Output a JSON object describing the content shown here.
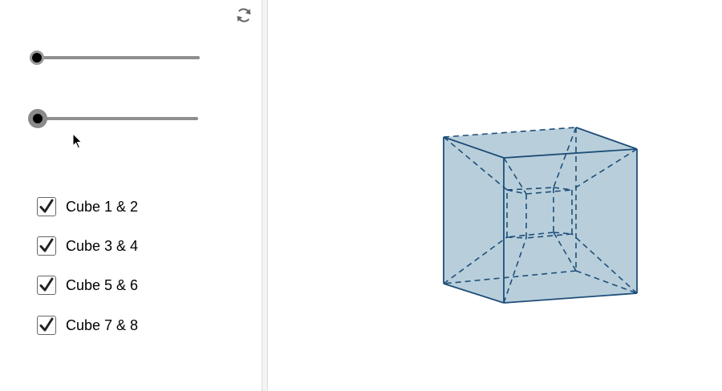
{
  "icons": {
    "reset": "reset-icon",
    "check": "checkmark-icon",
    "cursor": "mouse-pointer-icon"
  },
  "sliders": [
    {
      "value": 0
    },
    {
      "value": 0
    }
  ],
  "checkboxes": [
    {
      "label": "Cube 1 & 2",
      "checked": true
    },
    {
      "label": "Cube 3 & 4",
      "checked": true
    },
    {
      "label": "Cube 5 & 6",
      "checked": true
    },
    {
      "label": "Cube 7 & 8",
      "checked": true
    }
  ],
  "colors": {
    "cube_edge": "#1f4e79",
    "cube_fill": "#6b9ab5",
    "slider_track": "#8f8f8f"
  }
}
